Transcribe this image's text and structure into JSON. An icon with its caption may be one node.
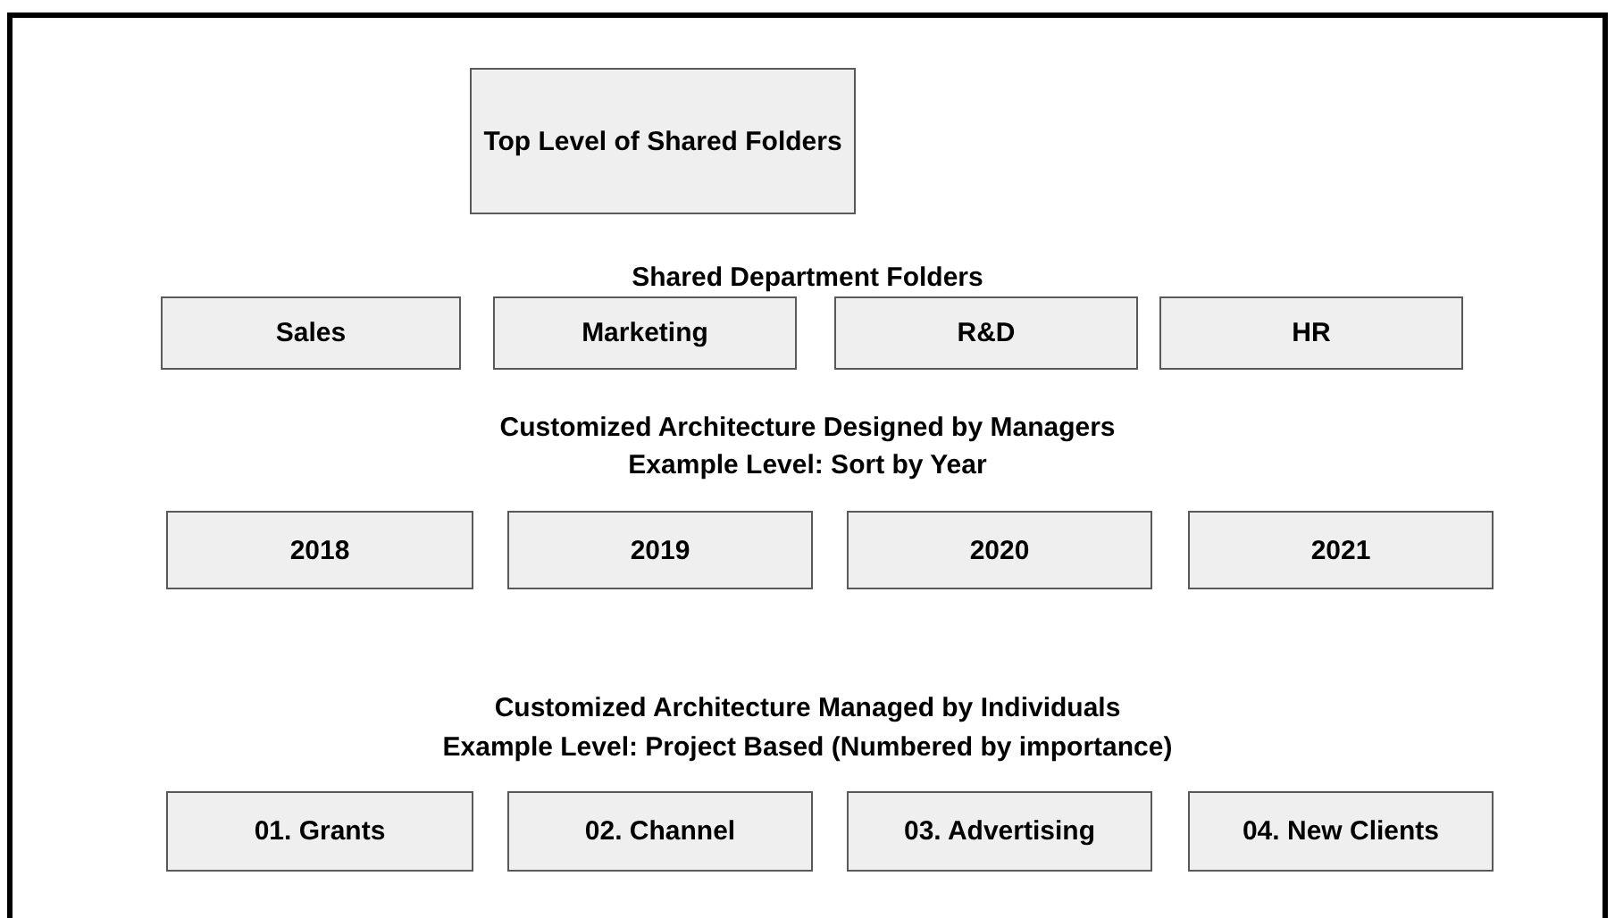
{
  "diagram": {
    "nodes": [
      {
        "text": [
          "Top Level of Shared Folders"
        ]
      },
      {
        "text": [
          "Sales"
        ]
      },
      {
        "text": [
          "Marketing"
        ]
      },
      {
        "text": [
          "R&D"
        ]
      },
      {
        "text": [
          "HR"
        ]
      },
      {
        "text": [
          "2018"
        ]
      },
      {
        "text": [
          "2019"
        ]
      },
      {
        "text": [
          "2020"
        ]
      },
      {
        "text": [
          "2021"
        ]
      },
      {
        "text": [
          "01. Grants"
        ]
      },
      {
        "text": [
          "02. Channel"
        ]
      },
      {
        "text": [
          "03. Advertising"
        ]
      },
      {
        "text": [
          "04. New Clients"
        ]
      }
    ],
    "labels": [
      "Shared Department Folders",
      "Customized Architecture Designed by Managers",
      "Example Level: Sort by Year",
      "Customized Architecture Managed by Individuals",
      "Example Level: Project Based (Numbered by importance)"
    ]
  }
}
